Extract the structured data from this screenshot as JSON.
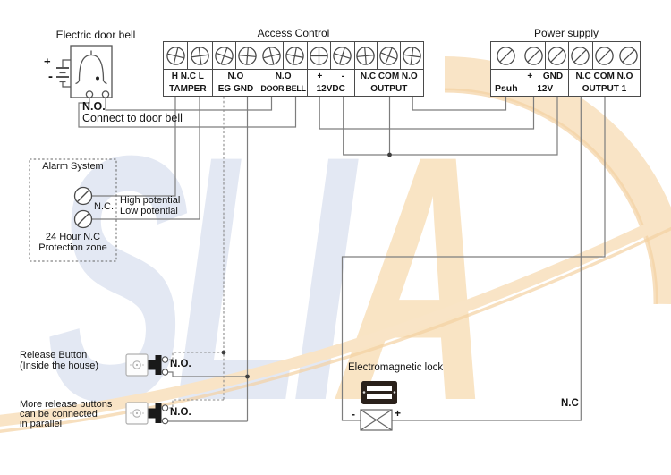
{
  "watermark": {
    "text_blue": "SLI",
    "text_tan": "A"
  },
  "bell": {
    "title": "Electric door bell",
    "plus": "+",
    "minus": "-",
    "no": "N.O.",
    "connect": "Connect to door bell"
  },
  "access": {
    "title": "Access Control",
    "groups": [
      {
        "top": "H N.C L",
        "bottom": "TAMPER"
      },
      {
        "top": "N.O",
        "bottom": "EG GND"
      },
      {
        "top": "N.O",
        "bottom": "DOOR BELL"
      },
      {
        "top_left": "+",
        "top_right": "-",
        "bottom": "12VDC"
      },
      {
        "top": "N.C COM N.O",
        "bottom": "OUTPUT"
      }
    ]
  },
  "power": {
    "title": "Power supply",
    "groups": [
      {
        "label": "Psuh"
      },
      {
        "top_left": "+",
        "top_right": "GND",
        "bottom": "12V"
      },
      {
        "top": "N.C COM N.O",
        "bottom": "OUTPUT 1"
      }
    ]
  },
  "alarm": {
    "title": "Alarm System",
    "nc": "N.C.",
    "high": "High potential",
    "low": "Low potential",
    "zone1": "24 Hour N.C",
    "zone2": "Protection zone"
  },
  "buttons": {
    "b1_line1": "Release Button",
    "b1_line2": "(Inside the house)",
    "b1_no": "N.O.",
    "b2_line1": "More release buttons",
    "b2_line2": "can be connected",
    "b2_line3": "in parallel",
    "b2_no": "N.O."
  },
  "lock": {
    "title": "Electromagnetic lock",
    "minus": "-",
    "plus": "+",
    "nc": "N.C"
  },
  "colors": {
    "wire": "#7d7d7d",
    "swoosh_tan": "#f9e4c6",
    "swoosh_deep": "#f3d2a2",
    "letters_blue": "#e3e8f3",
    "letters_tan": "#f9e4c4"
  }
}
